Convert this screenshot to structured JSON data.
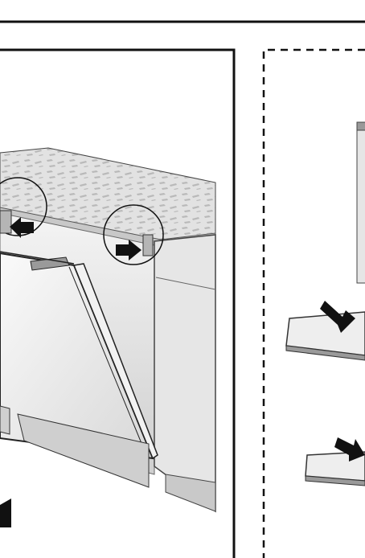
{
  "figure": {
    "description_free": true,
    "panels": [
      {
        "name": "main-panel",
        "content": "dishwasher-installation-scene"
      },
      {
        "name": "detail-panel",
        "content": "side-strip-details"
      }
    ],
    "colors": {
      "line": "#111111",
      "countertop": "#d9d9d9",
      "panel": "#eeeeee",
      "shadow": "#bdbdbd",
      "arrow": "#111111"
    },
    "icons": [
      "arrow-left-icon",
      "arrow-right-icon",
      "arrow-down-right-icon"
    ]
  }
}
